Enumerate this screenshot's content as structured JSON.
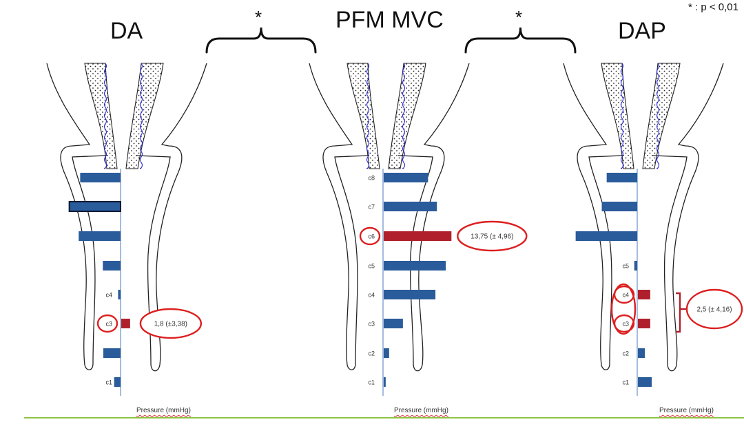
{
  "titles": {
    "left": "DA",
    "center": "PFM MVC",
    "right": "DAP"
  },
  "significance": {
    "marker": "*",
    "note": "* : p < 0,01"
  },
  "x_axis_label": "Pressure (mmHg)",
  "colors": {
    "bar_blue": "#2a5b9a",
    "bar_red": "#b0202c",
    "ellipse": "#dd1f1f",
    "spine": "#7ea0d0",
    "mucosa": "#2b2bd6",
    "floor_line": "#8cc63f"
  },
  "chart_data": [
    {
      "type": "bar",
      "title": "DA",
      "orientation": "horizontal-bidirectional",
      "rows": [
        {
          "label": "",
          "value": -8.2,
          "color": "blue"
        },
        {
          "label": "",
          "value": -10.4,
          "color": "blue",
          "outlined": true
        },
        {
          "label": "",
          "value": -8.5,
          "color": "blue"
        },
        {
          "label": "",
          "value": -3.6,
          "color": "blue"
        },
        {
          "label": "c4",
          "value": -0.5,
          "color": "blue"
        },
        {
          "label": "c3",
          "value": 1.8,
          "color": "red",
          "annotation": "1,8 (±3,38)",
          "circled": true
        },
        {
          "label": "",
          "value": -3.5,
          "color": "blue"
        },
        {
          "label": "c1",
          "value": -1.3,
          "color": "blue"
        }
      ]
    },
    {
      "type": "bar",
      "title": "PFM MVC",
      "orientation": "horizontal",
      "rows": [
        {
          "label": "c8",
          "value": 9.0,
          "color": "blue"
        },
        {
          "label": "c7",
          "value": 10.8,
          "color": "blue"
        },
        {
          "label": "c6",
          "value": 13.75,
          "color": "red",
          "annotation": "13,75 (± 4,96)",
          "circled": true
        },
        {
          "label": "c5",
          "value": 12.6,
          "color": "blue"
        },
        {
          "label": "c4",
          "value": 10.5,
          "color": "blue"
        },
        {
          "label": "c3",
          "value": 3.9,
          "color": "blue"
        },
        {
          "label": "c2",
          "value": 1.1,
          "color": "blue"
        },
        {
          "label": "c1",
          "value": 0.4,
          "color": "blue"
        }
      ]
    },
    {
      "type": "bar",
      "title": "DAP",
      "orientation": "horizontal-bidirectional",
      "rows": [
        {
          "label": "",
          "value": -6.2,
          "color": "blue"
        },
        {
          "label": "",
          "value": -7.2,
          "color": "blue"
        },
        {
          "label": "",
          "value": -12.5,
          "color": "blue"
        },
        {
          "label": "c5",
          "value": -0.6,
          "color": "blue"
        },
        {
          "label": "c4",
          "value": 2.5,
          "color": "red",
          "circled": true
        },
        {
          "label": "c3",
          "value": 2.5,
          "color": "red",
          "circled": true
        },
        {
          "label": "c2",
          "value": 1.4,
          "color": "blue"
        },
        {
          "label": "c1",
          "value": 2.8,
          "color": "blue"
        }
      ],
      "group_annotation": "2,5 (± 4,16)"
    }
  ]
}
